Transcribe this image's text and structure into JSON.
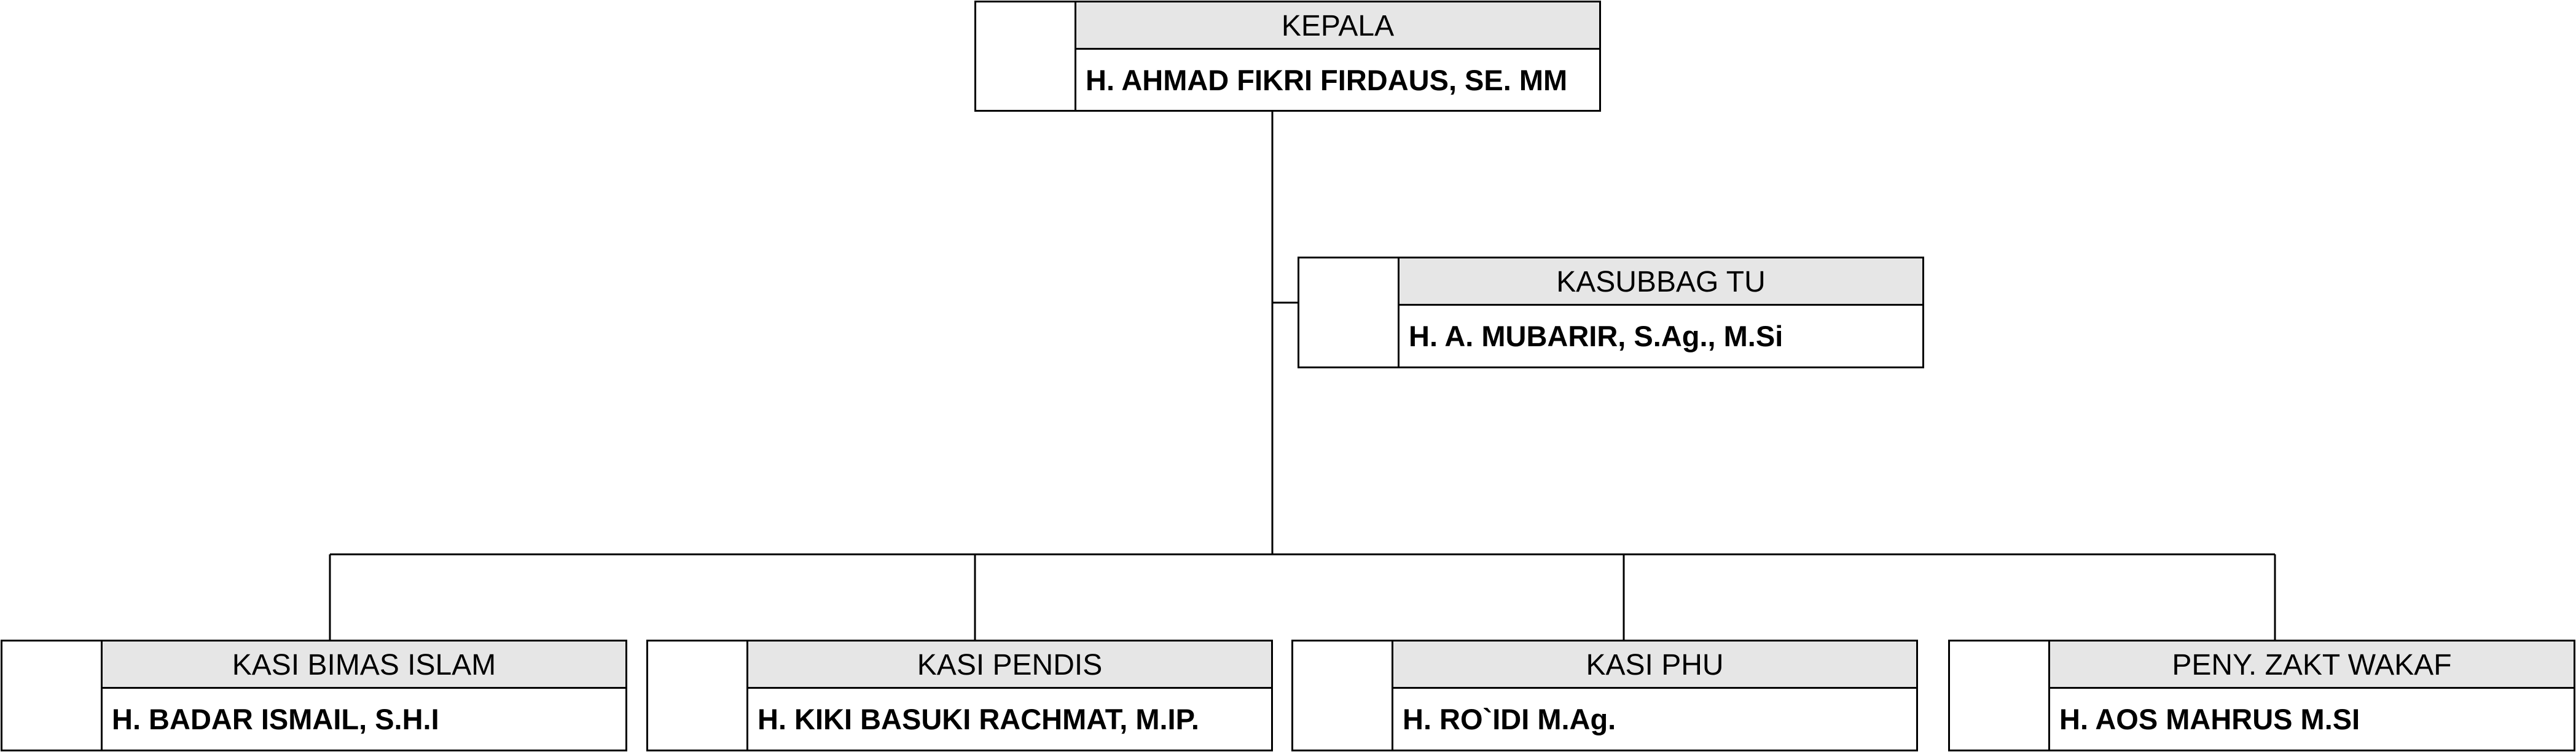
{
  "organization": {
    "head": {
      "role": "KEPALA",
      "name": "H. AHMAD FIKRI FIRDAUS, SE. MM"
    },
    "staff": {
      "role": "KASUBBAG TU",
      "name": "H. A. MUBARIR, S.Ag., M.Si"
    },
    "sections": [
      {
        "role": "KASI BIMAS ISLAM",
        "name": "H. BADAR ISMAIL, S.H.I"
      },
      {
        "role": "KASI PENDIS",
        "name": "H. KIKI BASUKI RACHMAT, M.IP."
      },
      {
        "role": "KASI PHU",
        "name": "H. RO`IDI M.Ag."
      },
      {
        "role": "PENY. ZAKT WAKAF",
        "name": "H. AOS MAHRUS M.SI"
      }
    ]
  }
}
